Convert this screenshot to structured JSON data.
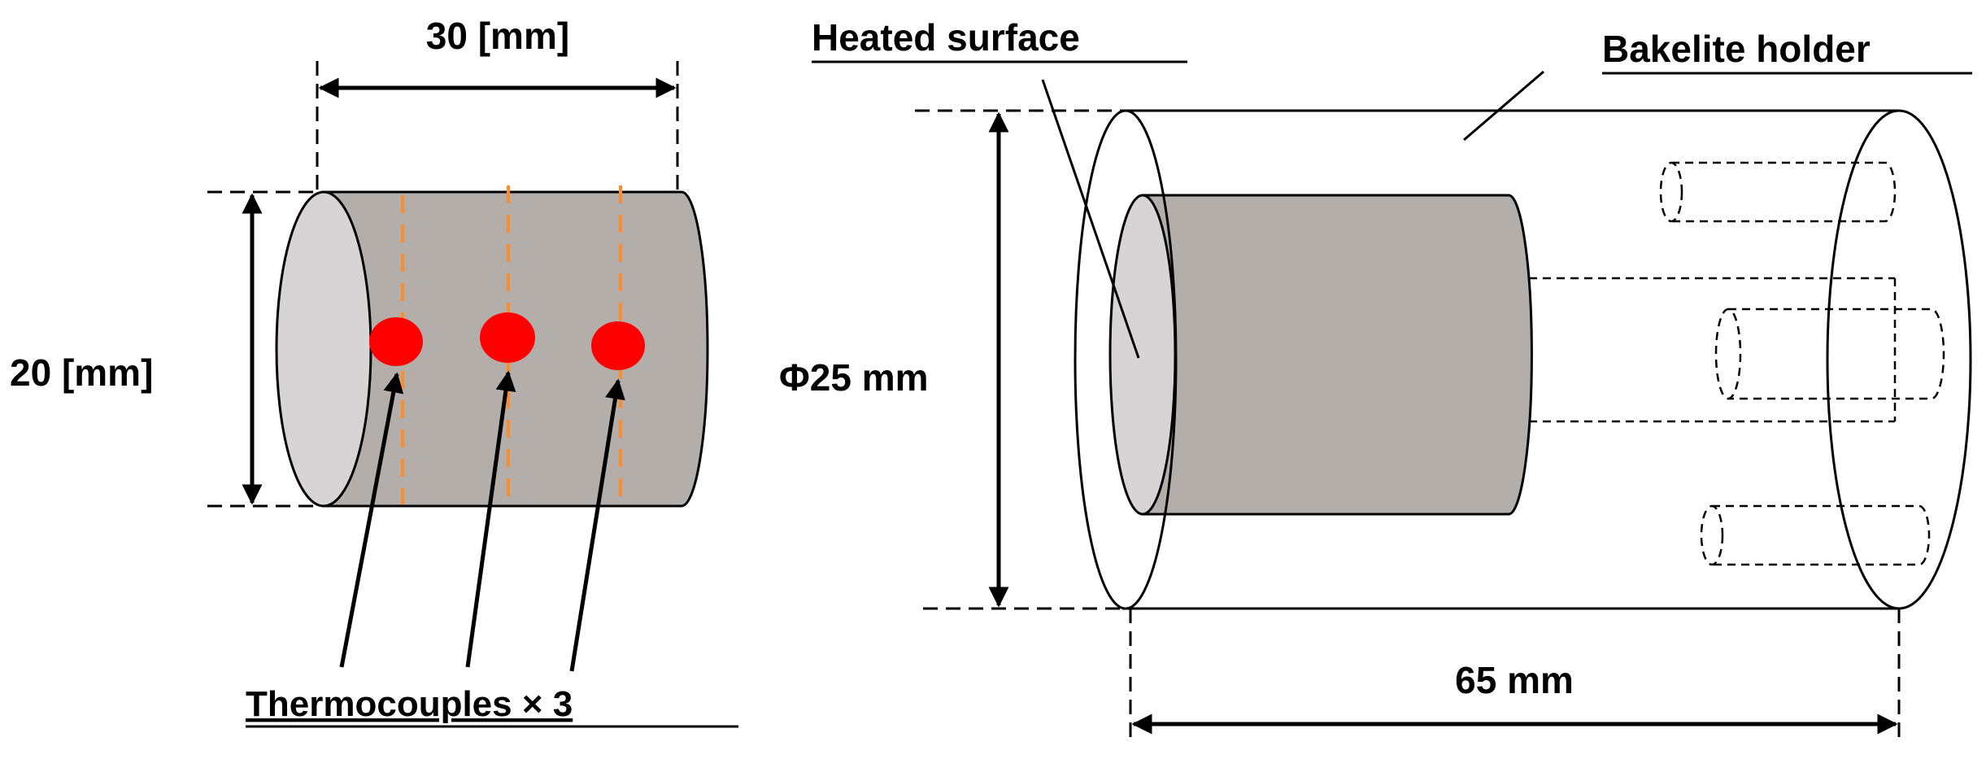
{
  "labels": {
    "width_dim": "30 [mm]",
    "height_dim": "20 [mm]",
    "thermocouples": "Thermocouples × 3",
    "heated_surface": "Heated surface",
    "bakelite_holder": "Bakelite holder",
    "diameter_dim": "Φ25 mm",
    "length_dim": "65 mm"
  },
  "colors": {
    "specimen_body": "#b4aeab",
    "specimen_face": "#d8d4d6",
    "thermocouple_dot": "#ff0000",
    "thermocouple_line": "#ff8c2a",
    "stroke": "#000000"
  },
  "icons": {
    "dimension_arrow": "double-headed-arrow",
    "leader": "pointer-arrow"
  }
}
